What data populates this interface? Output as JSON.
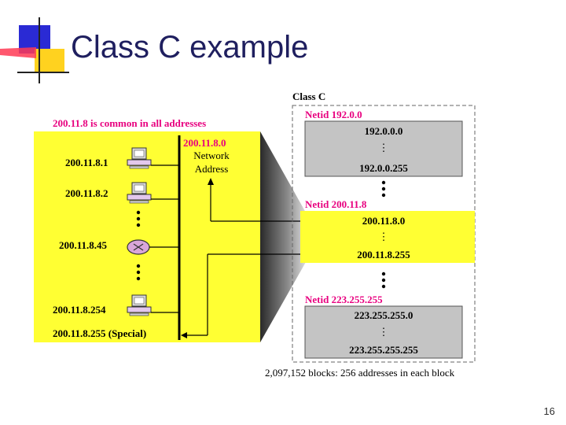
{
  "slide": {
    "title": "Class C example",
    "page_number": "16"
  },
  "left_panel": {
    "common_note": "200.11.8 is common in all addresses",
    "network_addr": "200.11.8.0",
    "network_label_1": "Network",
    "network_label_2": "Address",
    "hosts": [
      {
        "label": "200.11.8.1",
        "device": "computer"
      },
      {
        "label": "200.11.8.2",
        "device": "computer"
      },
      {
        "label": "200.11.8.45",
        "device": "router"
      },
      {
        "label": "200.11.8.254",
        "device": "computer"
      }
    ],
    "special": "200.11.8.255 (Special)"
  },
  "right_panel": {
    "class_label": "Class C",
    "blocks": [
      {
        "netid": "Netid 192.0.0",
        "first": "192.0.0.0",
        "dots": "⋮",
        "last": "192.0.0.255"
      },
      {
        "netid": "Netid 200.11.8",
        "first": "200.11.8.0",
        "dots": "⋮",
        "last": "200.11.8.255"
      },
      {
        "netid": "Netid 223.255.255",
        "first": "223.255.255.0",
        "dots": "⋮",
        "last": "223.255.255.255"
      }
    ],
    "footer": "2,097,152 blocks: 256 addresses in each block"
  },
  "colors": {
    "yellow": "#ffff33",
    "gray": "#c4c4c4",
    "magenta": "#e8007f",
    "title": "#1f1f5f"
  }
}
